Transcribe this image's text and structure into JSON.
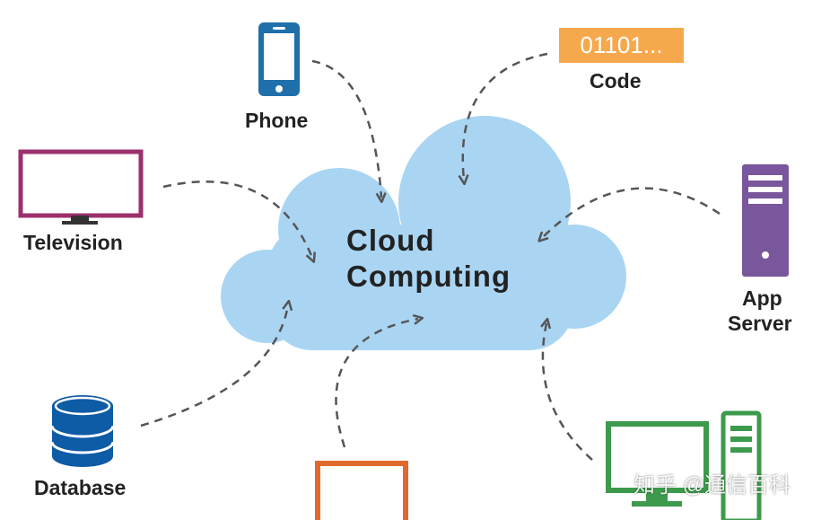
{
  "title_line1": "Cloud",
  "title_line2": "Computing",
  "nodes": {
    "phone": "Phone",
    "code": "Code",
    "code_box": "01101...",
    "television": "Television",
    "app_server_line1": "App",
    "app_server_line2": "Server",
    "database": "Database"
  },
  "watermark": "知乎 @通信百科",
  "colors": {
    "cloud": "#a9d5f3",
    "phone": "#1f6faa",
    "code": "#f6a94c",
    "television": "#9c2f6e",
    "server": "#7a569c",
    "database": "#0e5ba6",
    "laptop": "#e06a2c",
    "desktop": "#3d9a4c",
    "arrow": "#555555"
  }
}
